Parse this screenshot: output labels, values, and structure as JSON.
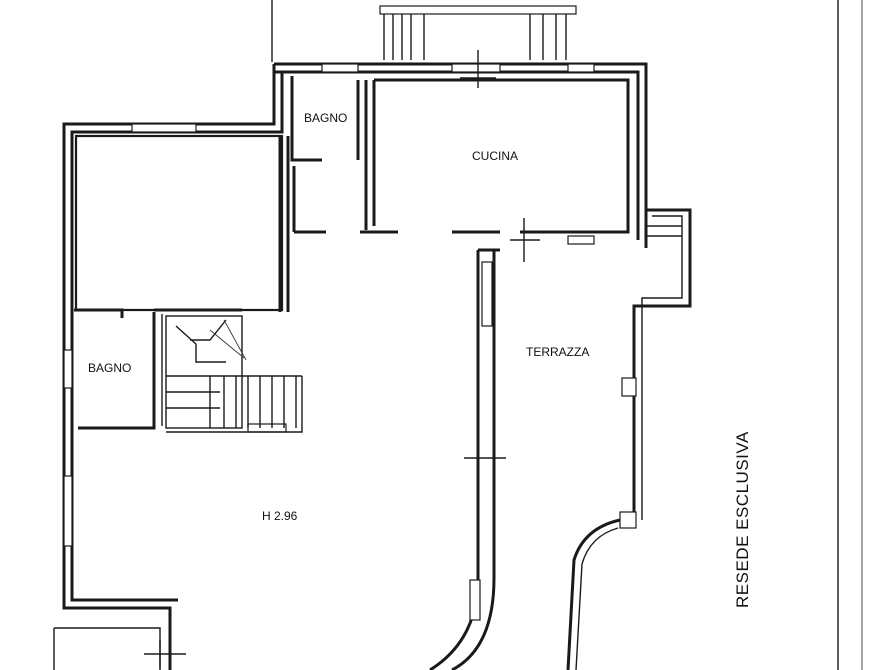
{
  "rooms": {
    "bagno_upper": "BAGNO",
    "cucina": "CUCINA",
    "bagno_lower": "BAGNO",
    "terrazza": "TERRAZZA"
  },
  "height_note": "H 2.96",
  "resede": "RESEDE ESCLUSIVA"
}
